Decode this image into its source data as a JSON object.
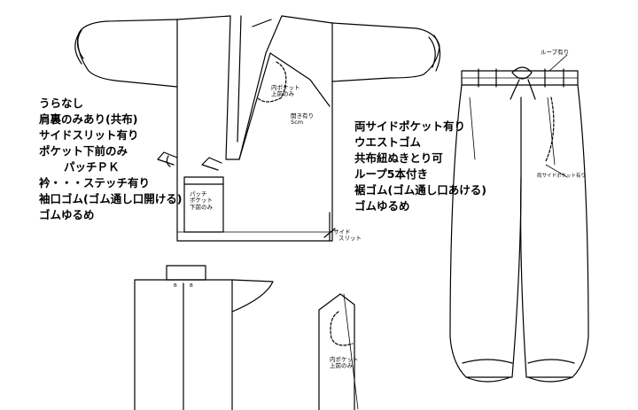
{
  "jacket_specs": [
    "うらなし",
    "肩裏のみあり(共布)",
    "サイドスリット有り",
    "ポケット下前のみ",
    "パッチＰＫ",
    "衿・・・ステッチ有り",
    "袖口ゴム(ゴム通し口開ける)",
    "ゴムゆるめ"
  ],
  "pants_specs": [
    "両サイドポケット有り",
    "ウエストゴム",
    "共布紐ぬきとり可",
    "ループ5本付き",
    "裾ゴム(ゴム通し口あける)",
    "ゴムゆるめ"
  ],
  "callouts": {
    "inner_pocket_top": [
      "内ポケット",
      "上前のみ"
    ],
    "opening": [
      "開き有り",
      "5cm"
    ],
    "patch_pocket": [
      "パッチ",
      "ポケット",
      "下前のみ"
    ],
    "side_slit": [
      "サイド",
      "スリット"
    ],
    "loop": "ループ有り",
    "side_pocket": "両サイドポケット有り",
    "inner_pocket_detail": [
      "内ポケット",
      "上前のみ"
    ]
  },
  "back_labels": [
    "B",
    "B"
  ]
}
